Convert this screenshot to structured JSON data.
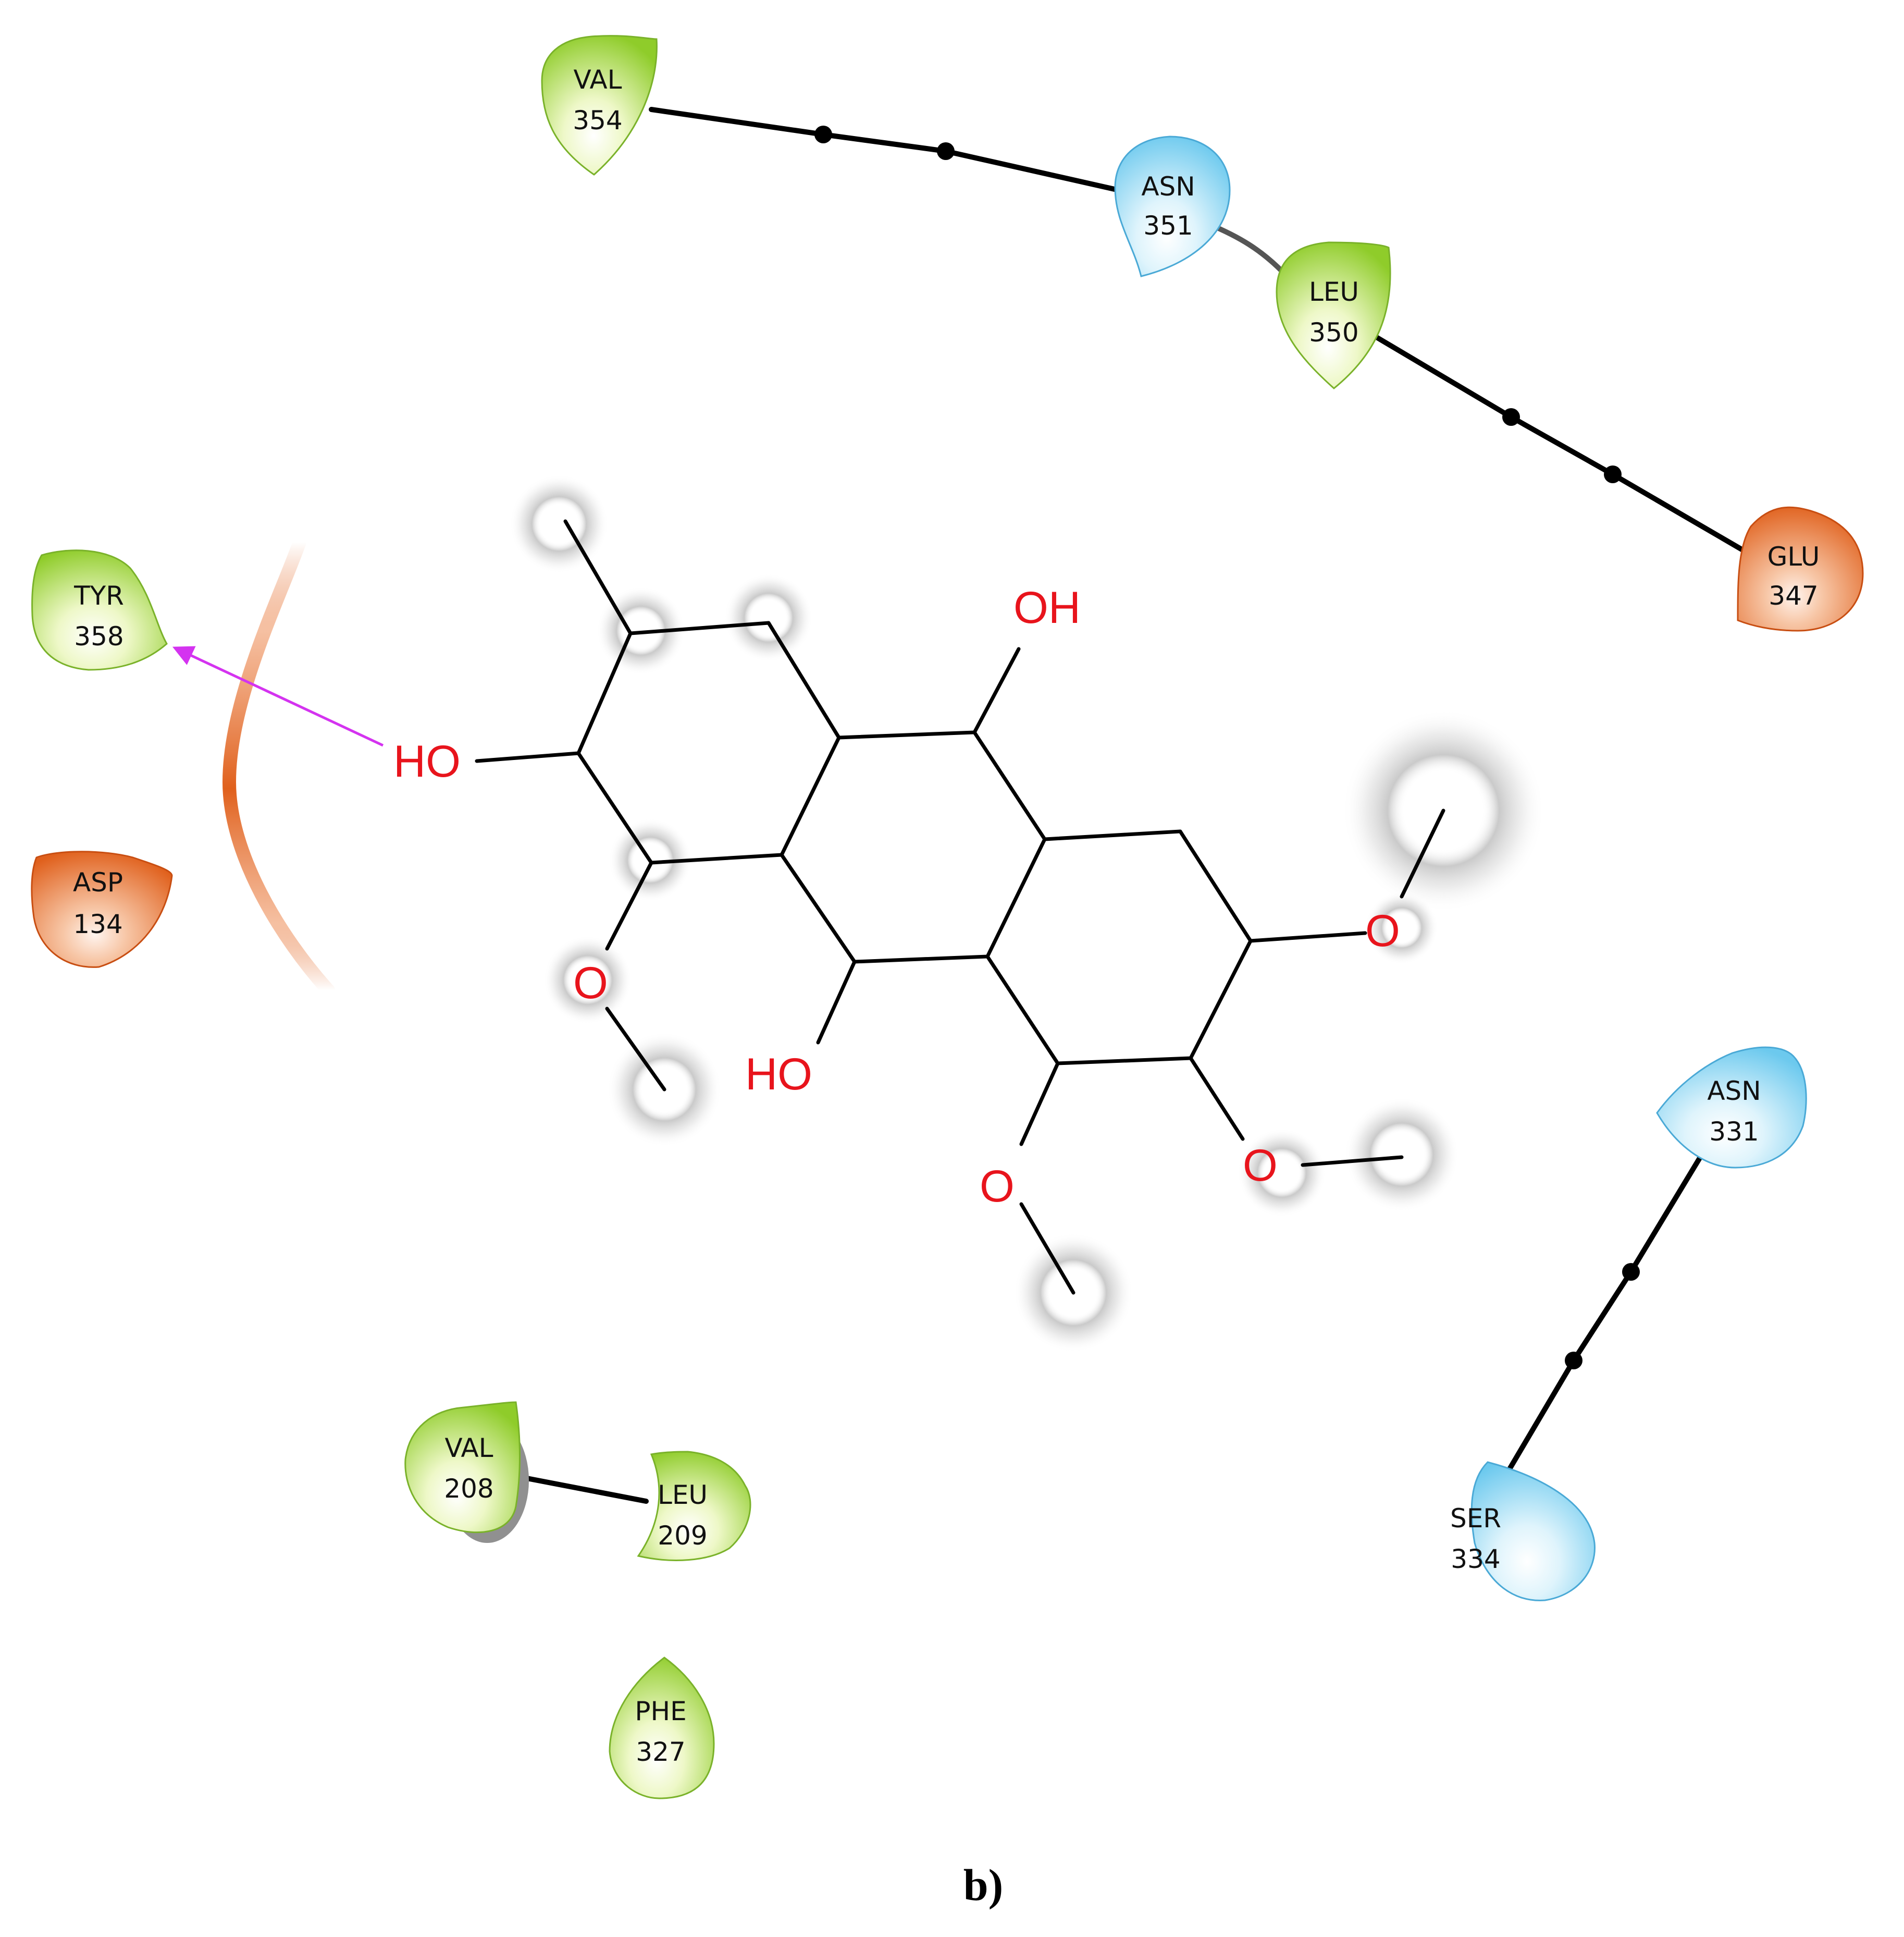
{
  "residues": {
    "val354": {
      "name": "VAL",
      "number": "354",
      "type": "hydrophobic"
    },
    "asn351": {
      "name": "ASN",
      "number": "351",
      "type": "polar"
    },
    "leu350": {
      "name": "LEU",
      "number": "350",
      "type": "hydrophobic"
    },
    "glu347": {
      "name": "GLU",
      "number": "347",
      "type": "negative"
    },
    "tyr358": {
      "name": "TYR",
      "number": "358",
      "type": "hydrophobic"
    },
    "asp134": {
      "name": "ASP",
      "number": "134",
      "type": "negative"
    },
    "asn331": {
      "name": "ASN",
      "number": "331",
      "type": "polar"
    },
    "ser334": {
      "name": "SER",
      "number": "334",
      "type": "polar"
    },
    "val208": {
      "name": "VAL",
      "number": "208",
      "type": "hydrophobic"
    },
    "leu209": {
      "name": "LEU",
      "number": "209",
      "type": "hydrophobic"
    },
    "phe327": {
      "name": "PHE",
      "number": "327",
      "type": "hydrophobic"
    }
  },
  "atoms": {
    "oh_top": "OH",
    "ho_left": "HO",
    "ho_bottom": "HO",
    "o_left": "O",
    "o_right": "O",
    "o_bottom_mid": "O",
    "o_bottom_right": "O"
  },
  "caption": "b)",
  "colors": {
    "hydrophobic": "#8fcc2a",
    "polar": "#6cc9ee",
    "negative": "#e0601c",
    "hbond_arrow": "#d433f0",
    "oxygen_text": "#e8141c",
    "salt_bridge_curve": "#e0601c"
  }
}
